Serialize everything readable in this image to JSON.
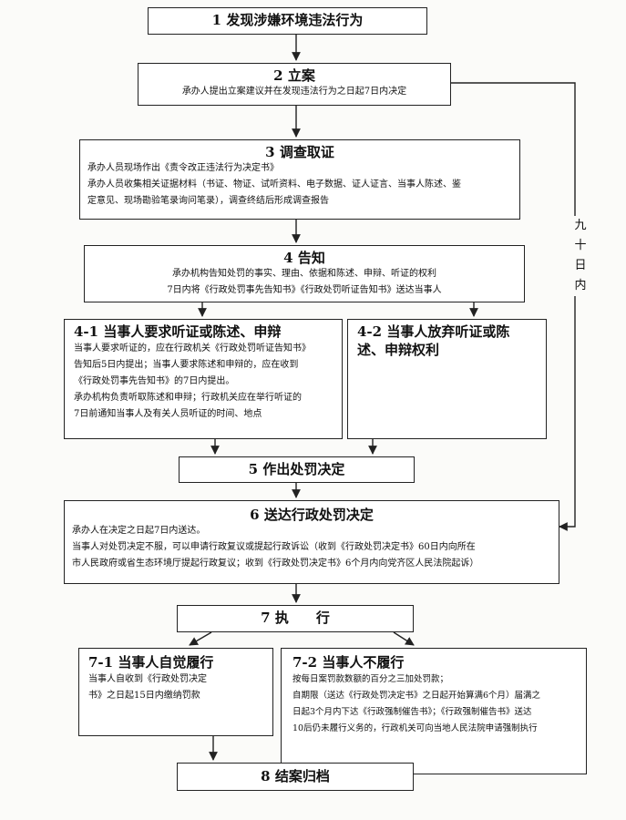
{
  "steps": {
    "s1": {
      "title": "1 发现涉嫌环境违法行为"
    },
    "s2": {
      "title": "2 立案",
      "lines": [
        "承办人提出立案建议并在发现违法行为之日起7日内决定"
      ]
    },
    "s3": {
      "title": "3 调查取证",
      "lines": [
        "承办人员现场作出《责令改正违法行为决定书》",
        "承办人员收集相关证据材料（书证、物证、试听资料、电子数据、证人证言、当事人陈述、鉴",
        "定意见、现场勘验笔录询问笔录），调查终结后形成调查报告"
      ]
    },
    "s4": {
      "title": "4 告知",
      "lines": [
        "承办机构告知处罚的事实、理由、依据和陈述、申辩、听证的权利",
        "7日内将《行政处罚事先告知书》《行政处罚听证告知书》送达当事人"
      ]
    },
    "s41": {
      "title": "4-1 当事人要求听证或陈述、申辩",
      "lines": [
        "当事人要求听证的，应在行政机关《行政处罚听证告知书》",
        "告知后5日内提出；当事人要求陈述和申辩的，应在收到",
        "《行政处罚事先告知书》的7日内提出。",
        "承办机构负责听取陈述和申辩；行政机关应在举行听证的",
        "7日前通知当事人及有关人员听证的时间、地点"
      ]
    },
    "s42": {
      "title": "4-2 当事人放弃听证或陈述、申辩权利"
    },
    "s5": {
      "title": "5 作出处罚决定"
    },
    "s6": {
      "title": "6 送达行政处罚决定",
      "lines": [
        "承办人在决定之日起7日内送达。",
        "当事人对处罚决定不服，可以申请行政复议或提起行政诉讼（收到《行政处罚决定书》60日内向所在",
        "市人民政府或省生态环境厅提起行政复议；收到《行政处罚决定书》6个月内向党齐区人民法院起诉）"
      ]
    },
    "s7": {
      "title": "7 执　　行"
    },
    "s71": {
      "title": "7-1 当事人自觉履行",
      "lines": [
        "当事人自收到《行政处罚决定",
        "书》之日起15日内缴纳罚款"
      ]
    },
    "s72": {
      "title": "7-2 当事人不履行",
      "lines": [
        "按每日案罚款数额的百分之三加处罚款；",
        "自期限（送达《行政处罚决定书》之日起开始算满6个月）届满之",
        "日起3个月内下达《行政强制催告书》；《行政强制催告书》送达",
        "10后仍未履行义务的，行政机关可向当地人民法院申请强制执行"
      ]
    },
    "s8": {
      "title": "8 结案归档"
    }
  },
  "side_label": [
    "九",
    "十",
    "日",
    "内"
  ]
}
